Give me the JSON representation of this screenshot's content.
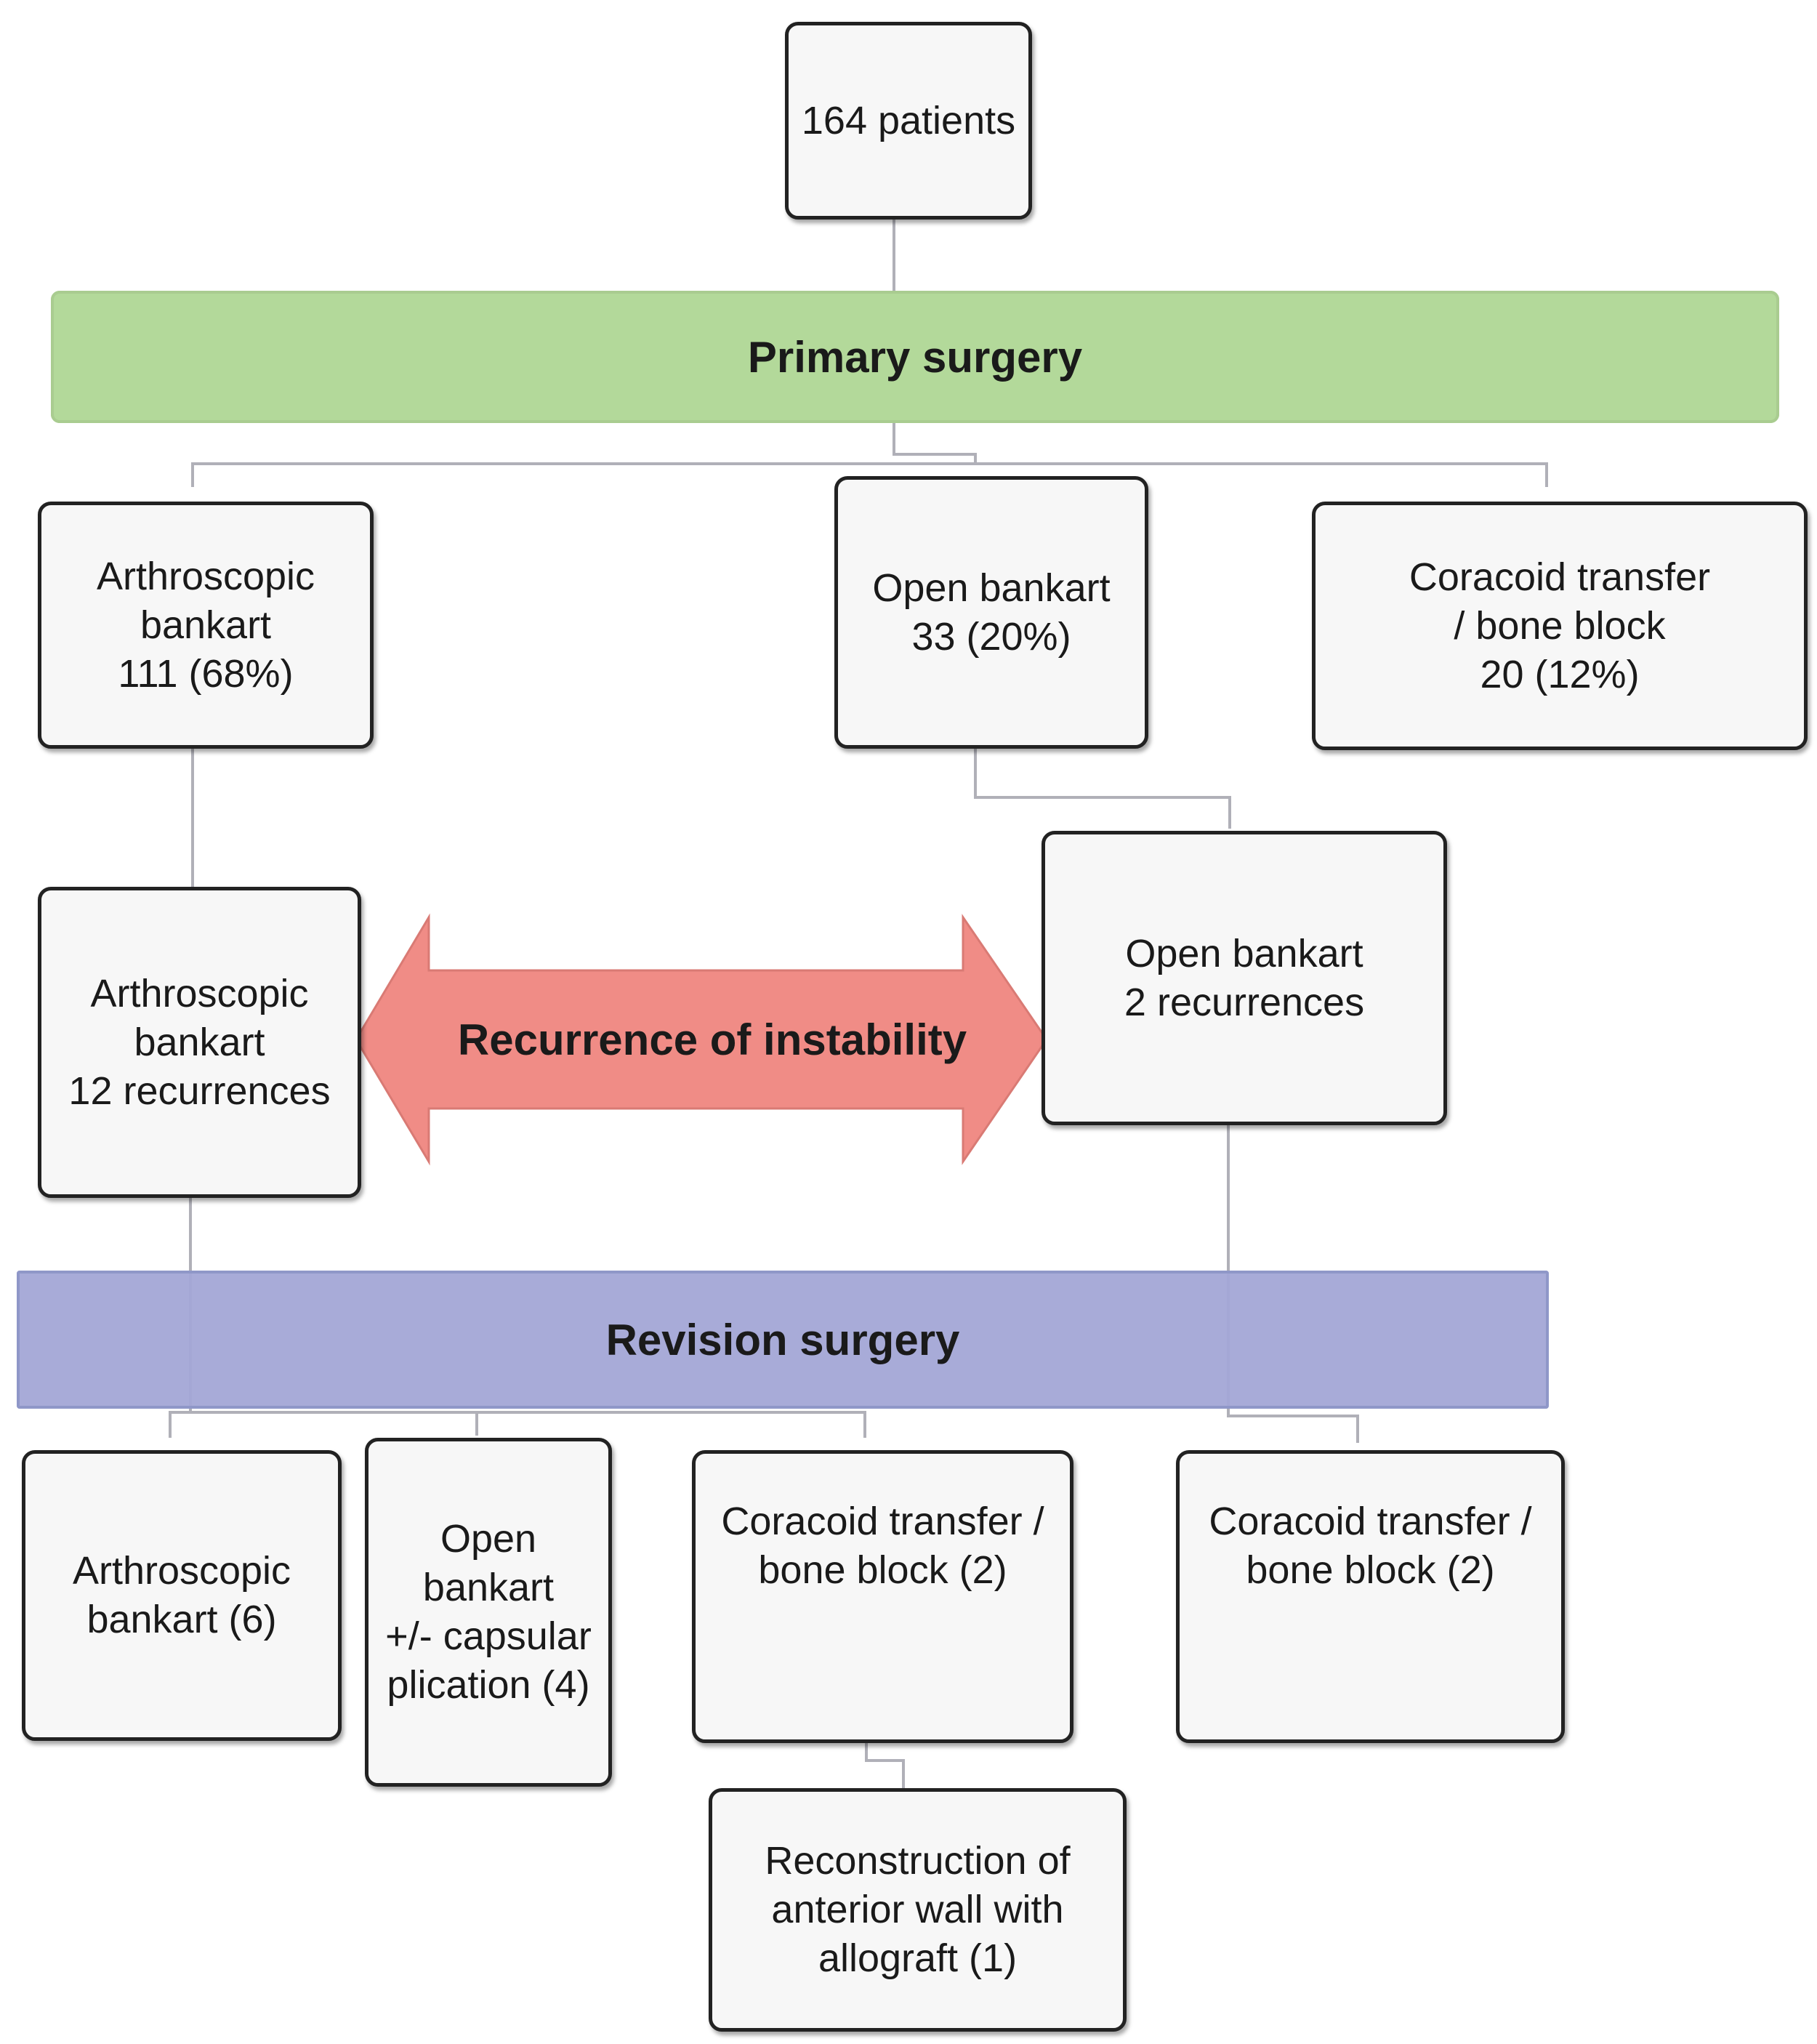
{
  "colors": {
    "primary_band": "#b3d99a",
    "revision_band": "#a3a6d6",
    "arrow": "#f08c86",
    "box_fill": "#f7f7f7",
    "box_border": "#222222",
    "connector": "#b0b0b8"
  },
  "total": {
    "label": "164 patients"
  },
  "primary_surgery": {
    "title": "Primary surgery",
    "options": [
      {
        "label": "Arthroscopic\nbankart\n111 (68%)"
      },
      {
        "label": "Open bankart\n33 (20%)"
      },
      {
        "label": "Coracoid transfer\n/ bone block\n20 (12%)"
      }
    ]
  },
  "recurrence": {
    "title": "Recurrence of instability",
    "left": {
      "label": "Arthroscopic\nbankart\n12 recurrences"
    },
    "right": {
      "label": "Open bankart\n2 recurrences"
    }
  },
  "revision_surgery": {
    "title": "Revision surgery",
    "options": [
      {
        "label": "Arthroscopic\nbankart (6)"
      },
      {
        "label": "Open\nbankart\n+/- capsular\nplication (4)"
      },
      {
        "label": "Coracoid transfer /\nbone block (2)"
      },
      {
        "label": "Coracoid transfer /\nbone block (2)"
      }
    ],
    "followup": {
      "label": "Reconstruction of\nanterior wall with\nallograft (1)"
    }
  }
}
